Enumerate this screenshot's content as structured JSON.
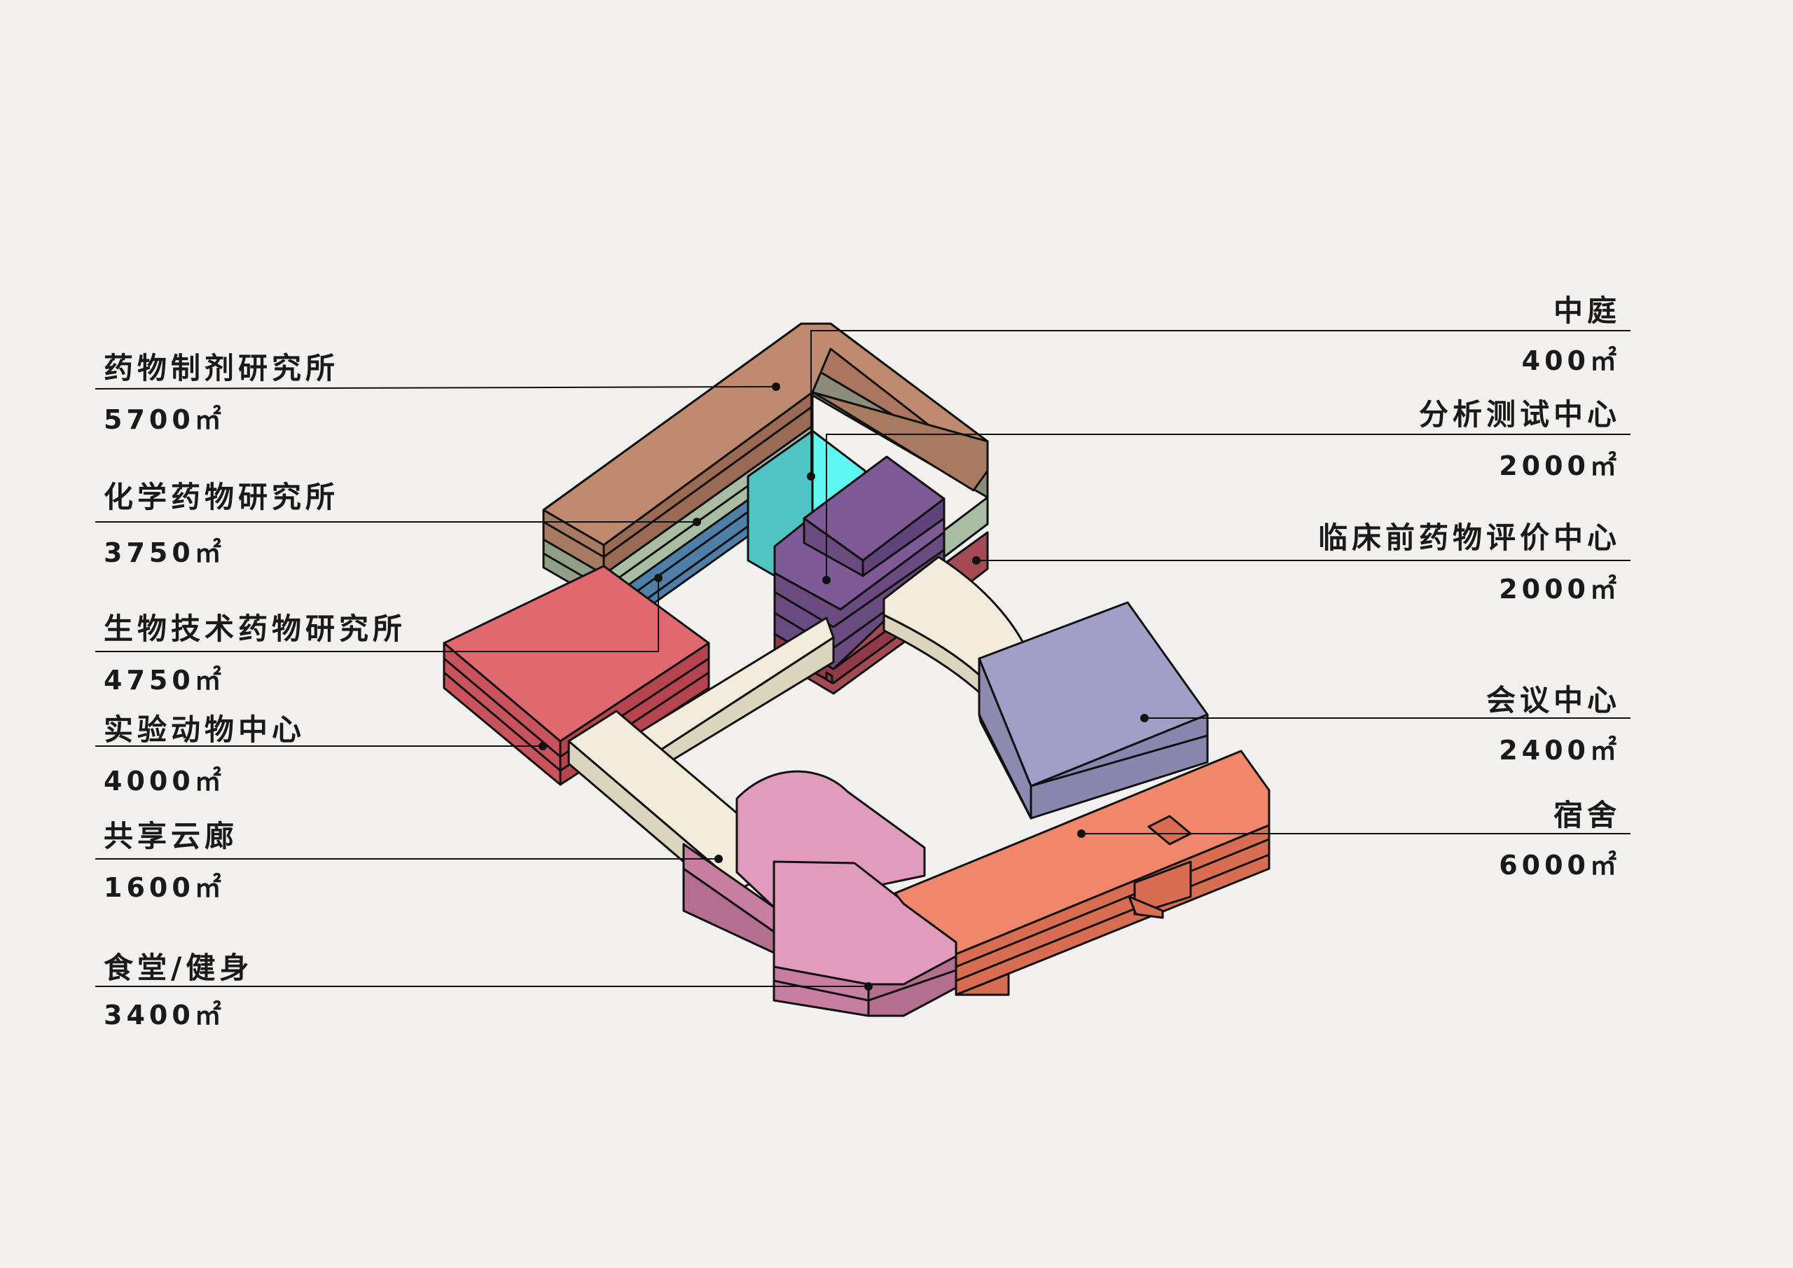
{
  "labels": {
    "left": [
      {
        "name": "药物制剂研究所",
        "area": "5700㎡"
      },
      {
        "name": "化学药物研究所",
        "area": "3750㎡"
      },
      {
        "name": "生物技术药物研究所",
        "area": "4750㎡"
      },
      {
        "name": "实验动物中心",
        "area": "4000㎡"
      },
      {
        "name": "共享云廊",
        "area": "1600㎡"
      },
      {
        "name": "食堂/健身",
        "area": "3400㎡"
      }
    ],
    "right": [
      {
        "name": "中庭",
        "area": "400㎡"
      },
      {
        "name": "分析测试中心",
        "area": "2000㎡"
      },
      {
        "name": "临床前药物评价中心",
        "area": "2000㎡"
      },
      {
        "name": "会议中心",
        "area": "2400㎡"
      },
      {
        "name": "宿舍",
        "area": "6000㎡"
      }
    ]
  },
  "colors": {
    "background": "#f2f1f0",
    "pharmaceutics": "#c08a6e",
    "chemical": "#a9bca4",
    "biotech": "#4d7fa8",
    "animal": "#e0696f",
    "atrium": "#5ff7f2",
    "analysis": "#7e5a96",
    "preclinical": "#a34a55",
    "conference": "#a19fc8",
    "dormitory": "#f0876a",
    "canteen": "#e19bbc",
    "corridor": "#f1ecdc"
  }
}
